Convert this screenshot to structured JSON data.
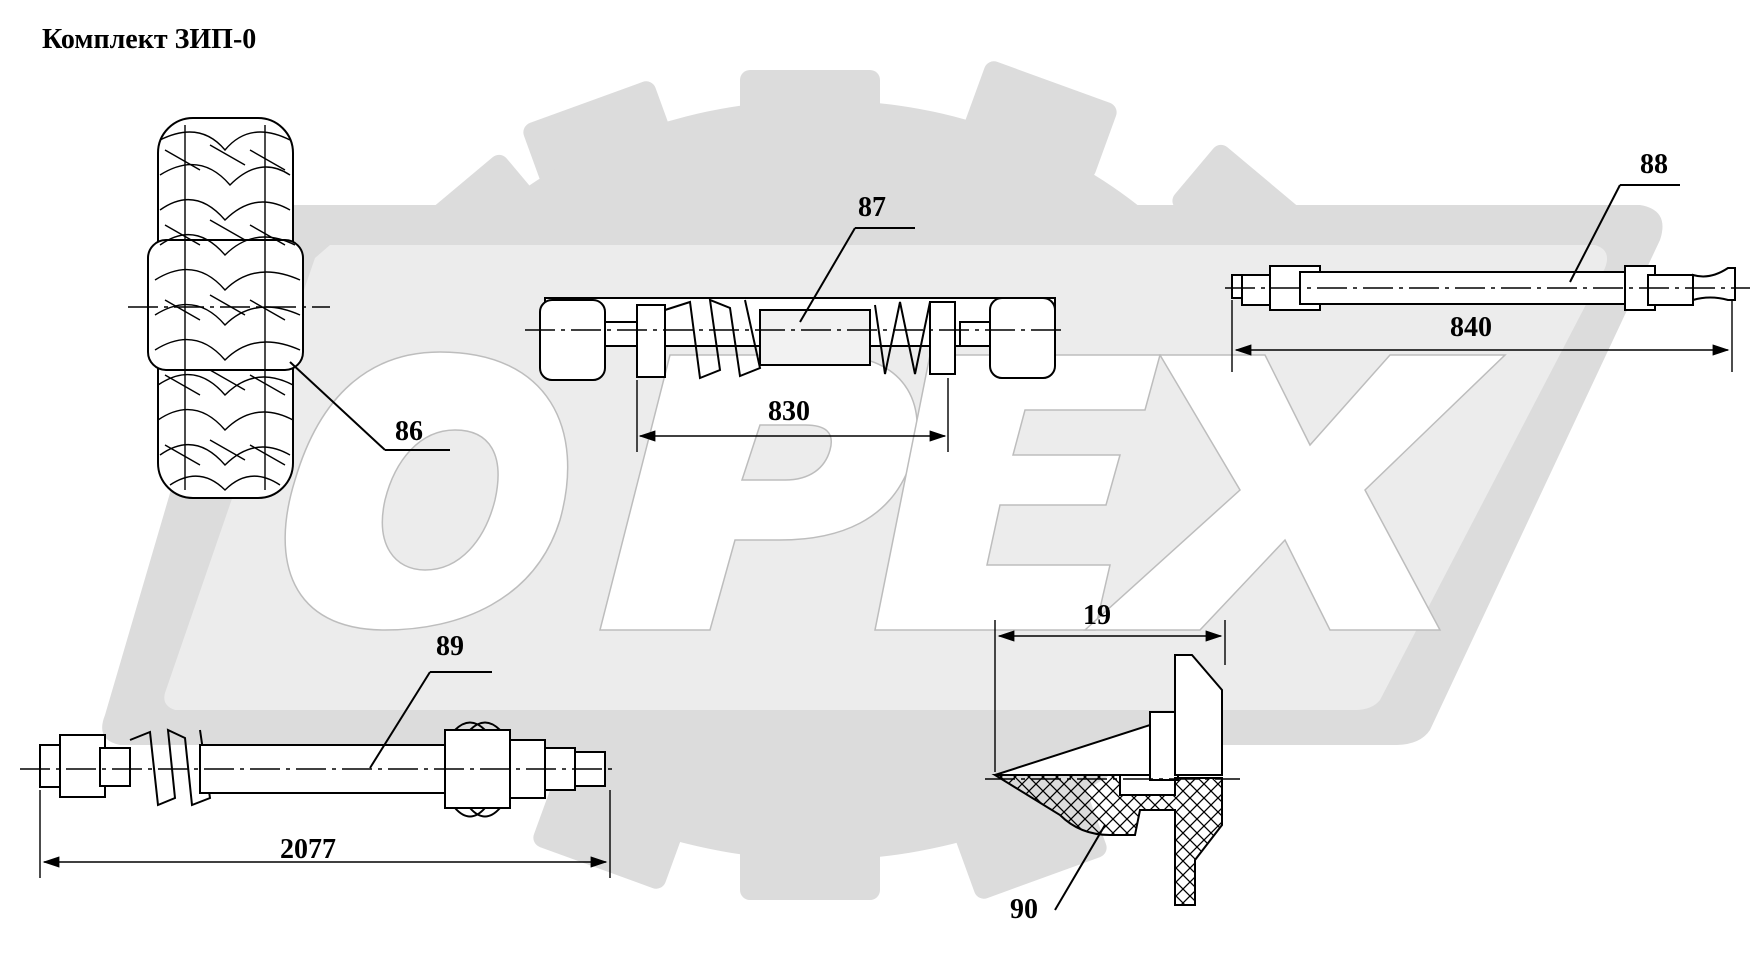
{
  "title": "Комплект ЗИП-0",
  "watermark": {
    "text": "OPEX",
    "color": "#d9d9d9"
  },
  "colors": {
    "background": "#ffffff",
    "ink": "#000000"
  },
  "callouts": {
    "tire": "86",
    "shaft_mid": "87",
    "tube_long": "88",
    "hose": "89",
    "seal": "90"
  },
  "dimensions": {
    "shaft_mid": "830",
    "tube_long": "840",
    "hose": "2077",
    "seal": "19"
  }
}
